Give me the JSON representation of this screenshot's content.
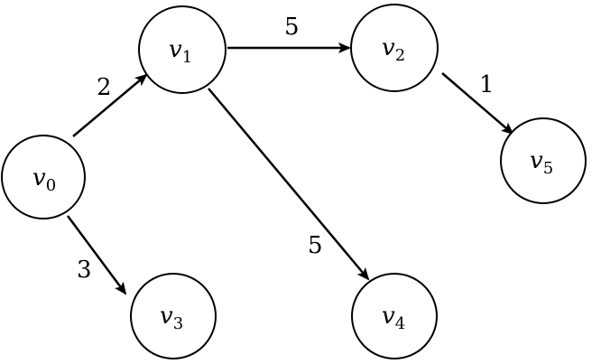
{
  "nodes": [
    {
      "id": "v0",
      "var": "v",
      "sub": "0"
    },
    {
      "id": "v1",
      "var": "v",
      "sub": "1"
    },
    {
      "id": "v2",
      "var": "v",
      "sub": "2"
    },
    {
      "id": "v3",
      "var": "v",
      "sub": "3"
    },
    {
      "id": "v4",
      "var": "v",
      "sub": "4"
    },
    {
      "id": "v5",
      "var": "v",
      "sub": "5"
    }
  ],
  "edges": [
    {
      "from": "v0",
      "to": "v1",
      "weight": "2"
    },
    {
      "from": "v0",
      "to": "v3",
      "weight": "3"
    },
    {
      "from": "v1",
      "to": "v2",
      "weight": "5"
    },
    {
      "from": "v1",
      "to": "v4",
      "weight": "5"
    },
    {
      "from": "v2",
      "to": "v5",
      "weight": "1"
    }
  ]
}
